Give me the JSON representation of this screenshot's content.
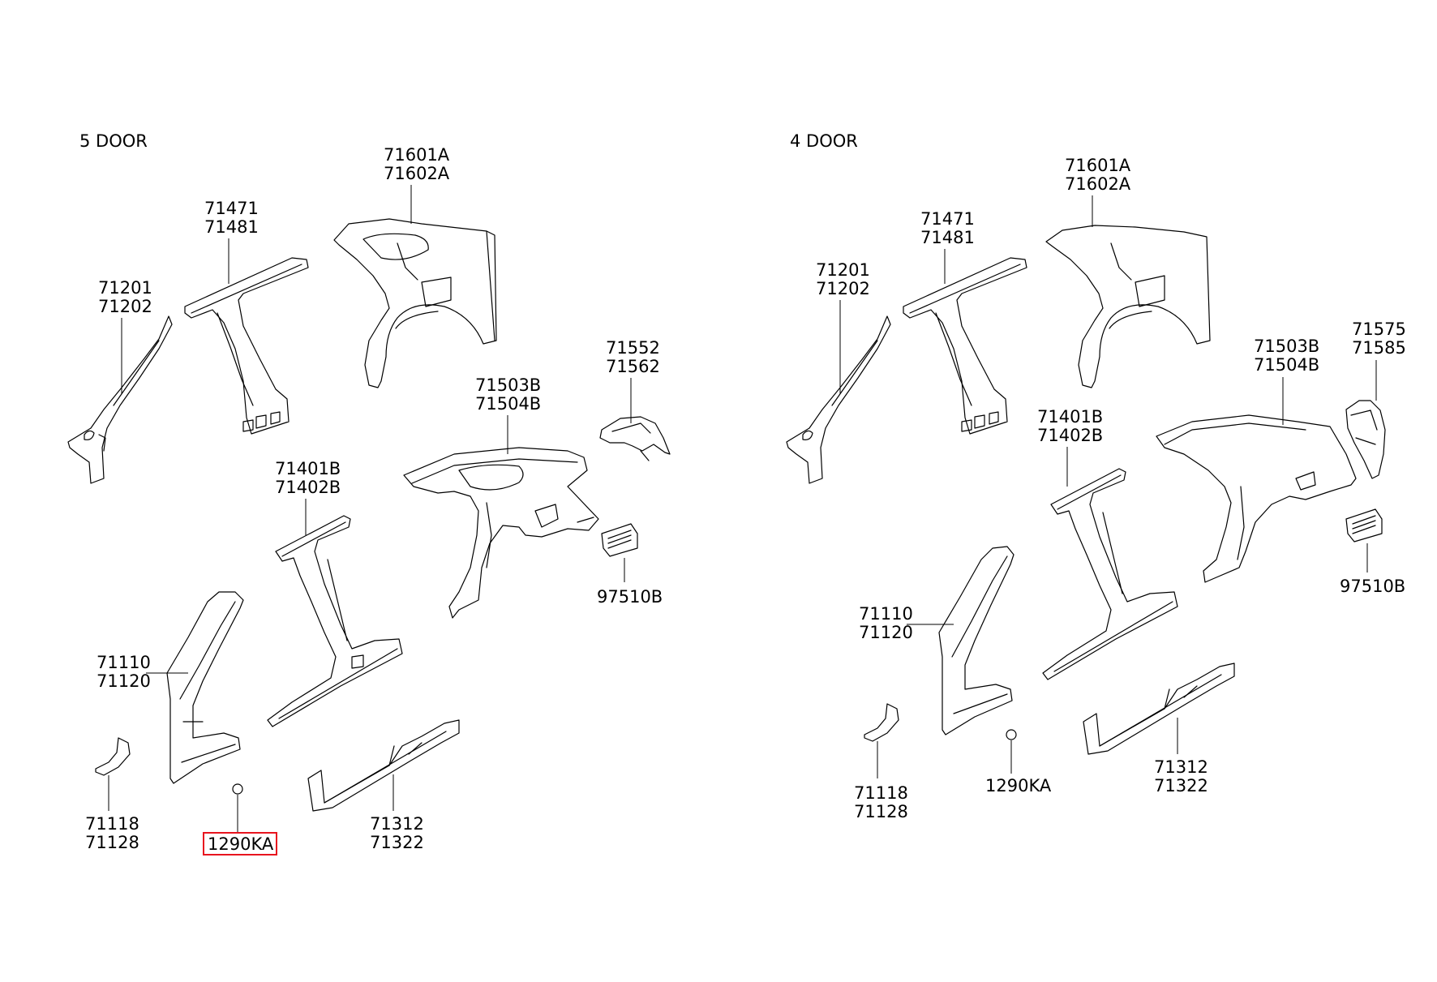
{
  "panels": [
    {
      "title": "5 DOOR",
      "labels": [
        {
          "lines": [
            "71601A",
            "71602A"
          ]
        },
        {
          "lines": [
            "71471",
            "71481"
          ]
        },
        {
          "lines": [
            "71201",
            "71202"
          ]
        },
        {
          "lines": [
            "71552",
            "71562"
          ]
        },
        {
          "lines": [
            "71503B",
            "71504B"
          ]
        },
        {
          "lines": [
            "71401B",
            "71402B"
          ]
        },
        {
          "lines": [
            "97510B"
          ]
        },
        {
          "lines": [
            "71110",
            "71120"
          ]
        },
        {
          "lines": [
            "71118",
            "71128"
          ]
        },
        {
          "lines": [
            "1290KA"
          ],
          "highlighted": true
        },
        {
          "lines": [
            "71312",
            "71322"
          ]
        }
      ]
    },
    {
      "title": "4 DOOR",
      "labels": [
        {
          "lines": [
            "71601A",
            "71602A"
          ]
        },
        {
          "lines": [
            "71471",
            "71481"
          ]
        },
        {
          "lines": [
            "71201",
            "71202"
          ]
        },
        {
          "lines": [
            "71575",
            "71585"
          ]
        },
        {
          "lines": [
            "71503B",
            "71504B"
          ]
        },
        {
          "lines": [
            "71401B",
            "71402B"
          ]
        },
        {
          "lines": [
            "97510B"
          ]
        },
        {
          "lines": [
            "71110",
            "71120"
          ]
        },
        {
          "lines": [
            "71118",
            "71128"
          ]
        },
        {
          "lines": [
            "1290KA"
          ]
        },
        {
          "lines": [
            "71312",
            "71322"
          ]
        }
      ]
    }
  ],
  "colors": {
    "line": "#000000",
    "highlight": "#e8141e",
    "background": "#ffffff"
  }
}
